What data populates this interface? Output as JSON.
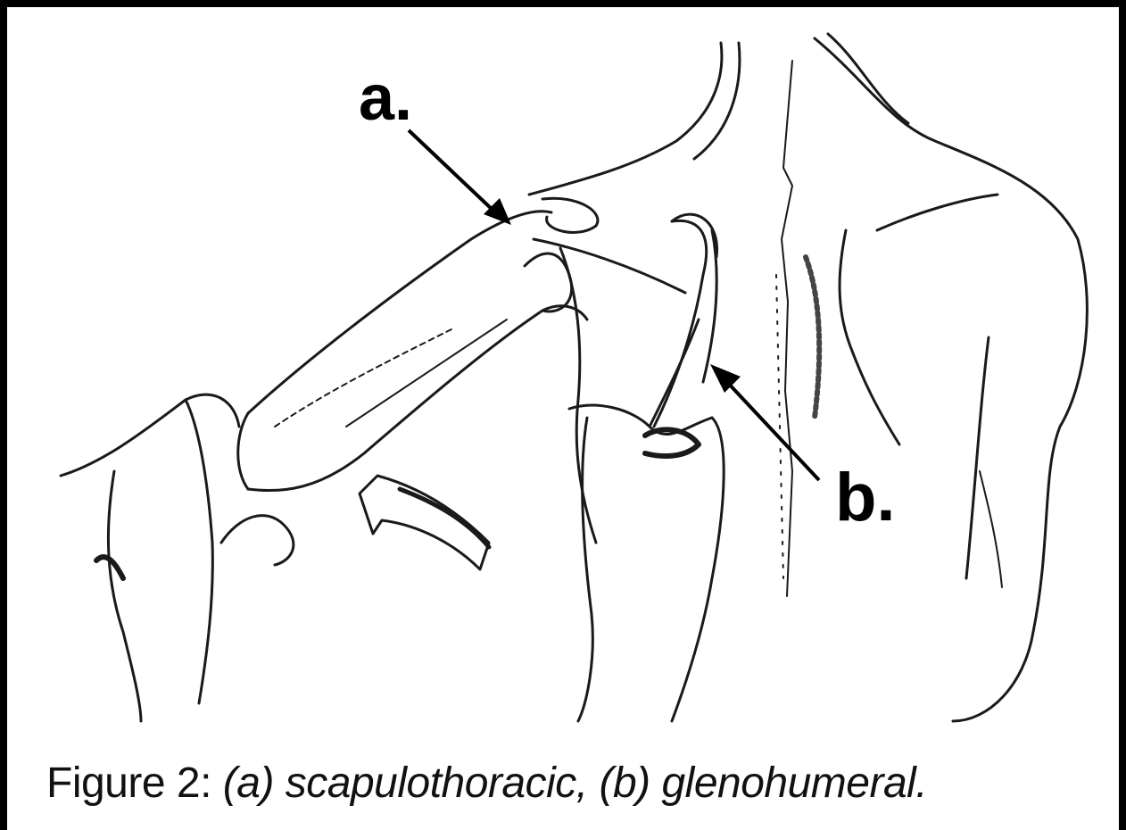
{
  "figure": {
    "label_a": "a.",
    "label_b": "b.",
    "caption_prefix": "Figure 2:",
    "caption_body": "(a) scapulothoracic, (b) glenohumeral."
  },
  "icons": {
    "arrow_a": "arrow-down-right-icon",
    "arrow_b": "arrow-up-left-icon",
    "rotation_arrow": "curved-arrow-icon"
  },
  "colors": {
    "ink": "#000000",
    "background": "#ffffff"
  }
}
